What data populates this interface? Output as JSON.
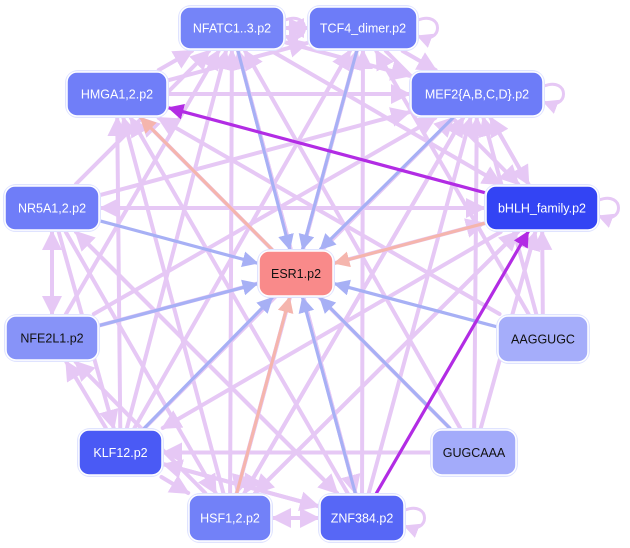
{
  "colors": {
    "default_edge": "#e6c8f5",
    "repress_edge": "#a7b0f5",
    "activate_edge": "#f5b5ad",
    "strong_edge": "#b22ce4"
  },
  "nodes": [
    {
      "id": "nfatc",
      "label": "NFATC1..3.p2",
      "fill": "#7584f8",
      "text": "#ffffff"
    },
    {
      "id": "tcf4",
      "label": "TCF4_dimer.p2",
      "fill": "#6d7cf8",
      "text": "#ffffff"
    },
    {
      "id": "hmga",
      "label": "HMGA1,2.p2",
      "fill": "#707ef8",
      "text": "#ffffff"
    },
    {
      "id": "mef2",
      "label": "MEF2{A,B,C,D}.p2",
      "fill": "#6d7cf8",
      "text": "#ffffff"
    },
    {
      "id": "nr5a",
      "label": "NR5A1,2.p2",
      "fill": "#6f7df8",
      "text": "#ffffff"
    },
    {
      "id": "bhlh",
      "label": "bHLH_family.p2",
      "fill": "#3344f4",
      "text": "#ffffff"
    },
    {
      "id": "esr1",
      "label": "ESR1.p2",
      "fill": "#f98a8a",
      "text": "#111111"
    },
    {
      "id": "nfe2l1",
      "label": "NFE2L1.p2",
      "fill": "#8793f8",
      "text": "#111111"
    },
    {
      "id": "aaggugc",
      "label": "AAGGUGC",
      "fill": "#a5adfa",
      "text": "#111111"
    },
    {
      "id": "klf12",
      "label": "KLF12.p2",
      "fill": "#4a5af5",
      "text": "#ffffff"
    },
    {
      "id": "gugcaaa",
      "label": "GUGCAAA",
      "fill": "#a3abfa",
      "text": "#111111"
    },
    {
      "id": "hsf",
      "label": "HSF1,2.p2",
      "fill": "#7281f8",
      "text": "#ffffff"
    },
    {
      "id": "znf384",
      "label": "ZNF384.p2",
      "fill": "#5767f6",
      "text": "#ffffff"
    }
  ],
  "edges": [
    {
      "from": "nfatc",
      "to": "esr1",
      "kind": "repress"
    },
    {
      "from": "tcf4",
      "to": "esr1",
      "kind": "repress"
    },
    {
      "from": "mef2",
      "to": "esr1",
      "kind": "repress"
    },
    {
      "from": "nr5a",
      "to": "esr1",
      "kind": "repress"
    },
    {
      "from": "nfe2l1",
      "to": "esr1",
      "kind": "repress"
    },
    {
      "from": "aaggugc",
      "to": "esr1",
      "kind": "repress"
    },
    {
      "from": "klf12",
      "to": "esr1",
      "kind": "repress"
    },
    {
      "from": "gugcaaa",
      "to": "esr1",
      "kind": "repress"
    },
    {
      "from": "znf384",
      "to": "esr1",
      "kind": "repress"
    },
    {
      "from": "hsf",
      "to": "esr1",
      "kind": "activate"
    },
    {
      "from": "bhlh",
      "to": "esr1",
      "kind": "activate"
    },
    {
      "from": "esr1",
      "to": "hmga",
      "kind": "activate"
    },
    {
      "from": "znf384",
      "to": "bhlh",
      "kind": "strong"
    },
    {
      "from": "bhlh",
      "to": "hmga",
      "kind": "strong"
    },
    {
      "from": "nr5a",
      "to": "bhlh",
      "kind": "default"
    },
    {
      "from": "bhlh",
      "to": "nr5a",
      "kind": "default"
    },
    {
      "from": "hmga",
      "to": "mef2",
      "kind": "default"
    },
    {
      "from": "hmga",
      "to": "nfatc",
      "kind": "default"
    },
    {
      "from": "hmga",
      "to": "tcf4",
      "kind": "default"
    },
    {
      "from": "nfatc",
      "to": "tcf4",
      "kind": "default"
    },
    {
      "from": "tcf4",
      "to": "nfatc",
      "kind": "default"
    },
    {
      "from": "nfatc",
      "to": "mef2",
      "kind": "default"
    },
    {
      "from": "tcf4",
      "to": "mef2",
      "kind": "default"
    },
    {
      "from": "mef2",
      "to": "bhlh",
      "kind": "default"
    },
    {
      "from": "bhlh",
      "to": "mef2",
      "kind": "default"
    },
    {
      "from": "tcf4",
      "to": "bhlh",
      "kind": "default"
    },
    {
      "from": "nfatc",
      "to": "bhlh",
      "kind": "default"
    },
    {
      "from": "nr5a",
      "to": "nfe2l1",
      "kind": "default"
    },
    {
      "from": "nfe2l1",
      "to": "nr5a",
      "kind": "default"
    },
    {
      "from": "nr5a",
      "to": "nfatc",
      "kind": "default"
    },
    {
      "from": "nr5a",
      "to": "mef2",
      "kind": "default"
    },
    {
      "from": "nr5a",
      "to": "hsf",
      "kind": "default"
    },
    {
      "from": "nr5a",
      "to": "znf384",
      "kind": "default"
    },
    {
      "from": "nfe2l1",
      "to": "nfatc",
      "kind": "default"
    },
    {
      "from": "nfe2l1",
      "to": "mef2",
      "kind": "default"
    },
    {
      "from": "nfe2l1",
      "to": "bhlh",
      "kind": "default"
    },
    {
      "from": "klf12",
      "to": "nfe2l1",
      "kind": "default"
    },
    {
      "from": "klf12",
      "to": "hmga",
      "kind": "default"
    },
    {
      "from": "klf12",
      "to": "tcf4",
      "kind": "default"
    },
    {
      "from": "klf12",
      "to": "nfatc",
      "kind": "default"
    },
    {
      "from": "klf12",
      "to": "mef2",
      "kind": "default"
    },
    {
      "from": "klf12",
      "to": "hsf",
      "kind": "default"
    },
    {
      "from": "klf12",
      "to": "znf384",
      "kind": "default"
    },
    {
      "from": "nr5a",
      "to": "klf12",
      "kind": "default"
    },
    {
      "from": "hsf",
      "to": "nfatc",
      "kind": "default"
    },
    {
      "from": "hsf",
      "to": "tcf4",
      "kind": "default"
    },
    {
      "from": "hsf",
      "to": "hmga",
      "kind": "default"
    },
    {
      "from": "hsf",
      "to": "mef2",
      "kind": "default"
    },
    {
      "from": "hsf",
      "to": "nfe2l1",
      "kind": "default"
    },
    {
      "from": "hsf",
      "to": "bhlh",
      "kind": "default"
    },
    {
      "from": "hsf",
      "to": "znf384",
      "kind": "default"
    },
    {
      "from": "znf384",
      "to": "hsf",
      "kind": "default"
    },
    {
      "from": "znf384",
      "to": "klf12",
      "kind": "default"
    },
    {
      "from": "znf384",
      "to": "nfatc",
      "kind": "default"
    },
    {
      "from": "znf384",
      "to": "tcf4",
      "kind": "default"
    },
    {
      "from": "znf384",
      "to": "hmga",
      "kind": "default"
    },
    {
      "from": "znf384",
      "to": "mef2",
      "kind": "default"
    },
    {
      "from": "znf384",
      "to": "nr5a",
      "kind": "default"
    },
    {
      "from": "gugcaaa",
      "to": "klf12",
      "kind": "default"
    },
    {
      "from": "gugcaaa",
      "to": "mef2",
      "kind": "default"
    },
    {
      "from": "gugcaaa",
      "to": "bhlh",
      "kind": "default"
    },
    {
      "from": "gugcaaa",
      "to": "hmga",
      "kind": "default"
    },
    {
      "from": "gugcaaa",
      "to": "nfatc",
      "kind": "default"
    },
    {
      "from": "aaggugc",
      "to": "bhlh",
      "kind": "default"
    },
    {
      "from": "aaggugc",
      "to": "mef2",
      "kind": "default"
    },
    {
      "from": "aaggugc",
      "to": "tcf4",
      "kind": "default"
    },
    {
      "from": "aaggugc",
      "to": "hmga",
      "kind": "default"
    },
    {
      "from": "bhlh",
      "to": "klf12",
      "kind": "default"
    },
    {
      "from": "bhlh",
      "to": "hsf",
      "kind": "default"
    },
    {
      "from": "mef2",
      "to": "hsf",
      "kind": "default"
    },
    {
      "from": "tcf4",
      "to": "hsf",
      "kind": "default"
    },
    {
      "from": "nfatc",
      "to": "znf384",
      "kind": "default"
    }
  ],
  "self_loops": [
    "nfatc",
    "tcf4",
    "mef2",
    "bhlh",
    "znf384"
  ]
}
